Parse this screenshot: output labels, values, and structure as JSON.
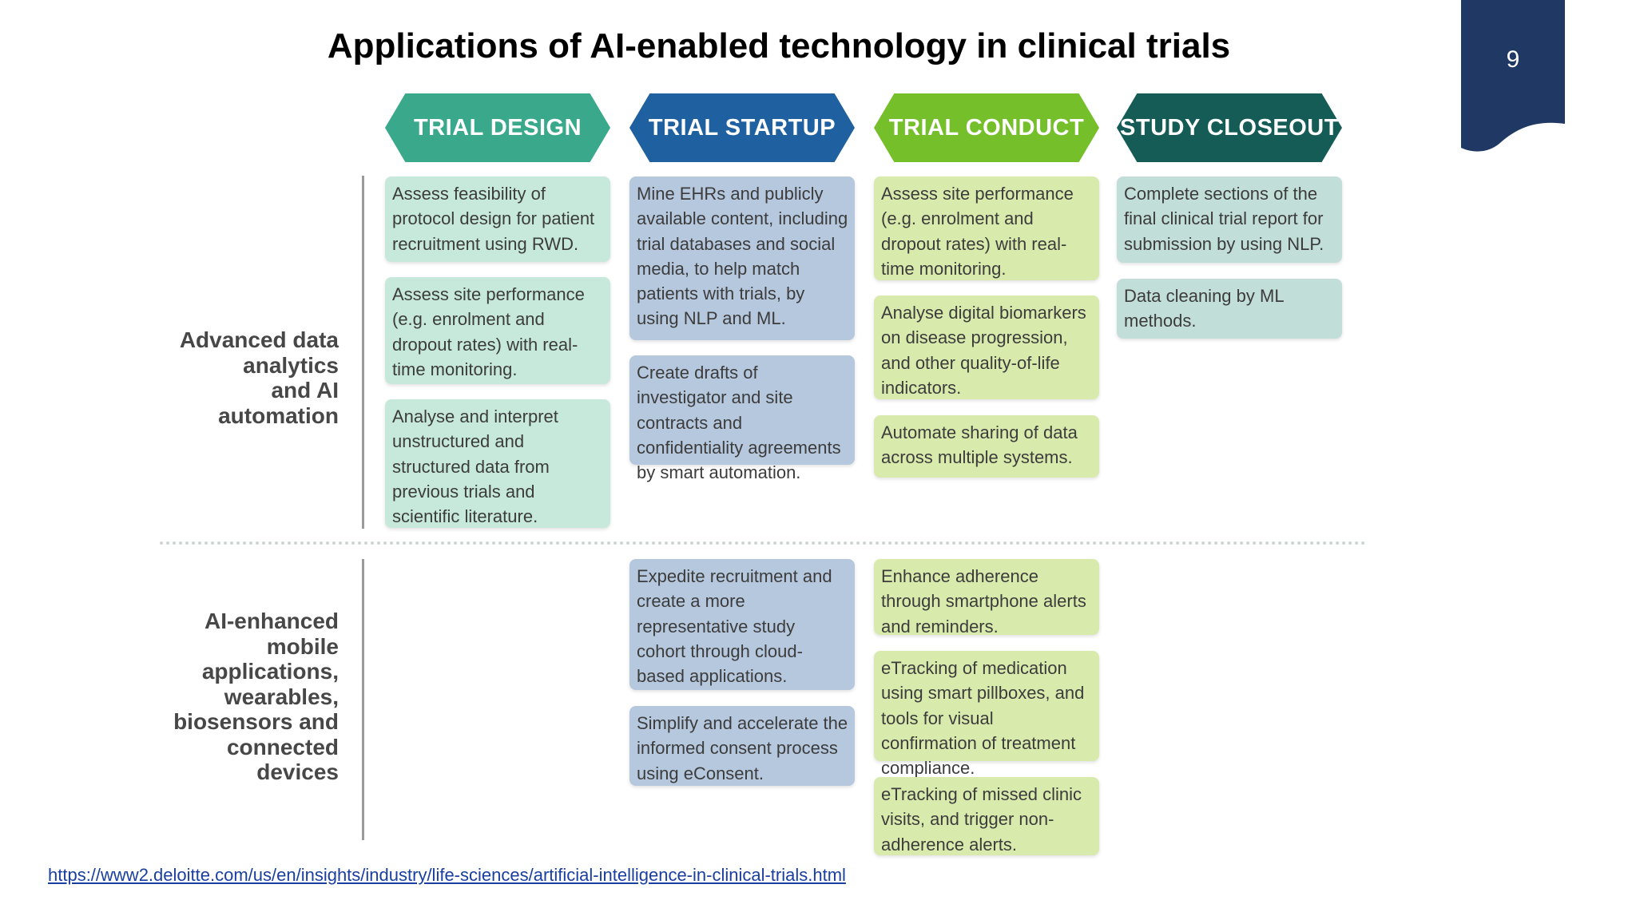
{
  "slide": {
    "title": "Applications of AI-enabled technology in clinical trials",
    "page_number": "9",
    "source_url": "https://www2.deloitte.com/us/en/insights/industry/life-sciences/artificial-intelligence-in-clinical-trials.html"
  },
  "colors": {
    "page_tab": "#1f3864",
    "trial_design": "#3aa88a",
    "trial_startup": "#1e60a0",
    "trial_conduct": "#74bf2a",
    "study_closeout": "#145c55",
    "card_design": "#c6e9dc",
    "card_startup": "#b6c8de",
    "card_conduct": "#d8ebac",
    "card_closeout": "#c2ded8"
  },
  "phases": [
    "TRIAL DESIGN",
    "TRIAL STARTUP",
    "TRIAL CONDUCT",
    "STUDY CLOSEOUT"
  ],
  "rows": [
    {
      "label": [
        "Advanced data",
        "analytics",
        "and AI",
        "automation"
      ],
      "trial_design": [
        "Assess feasibility of protocol design for patient recruitment using RWD.",
        "Assess site performance (e.g. enrolment and dropout rates) with real-time monitoring.",
        "Analyse and interpret unstructured and structured data from previous trials and scientific literature."
      ],
      "trial_startup": [
        "Mine EHRs and publicly available content, including trial databases and social media, to help match patients with trials, by using NLP and ML.",
        "Create drafts of investigator and site contracts and confidentiality agreements by smart automation."
      ],
      "trial_conduct": [
        "Assess site performance (e.g. enrolment and dropout rates) with real-time monitoring.",
        "Analyse digital biomarkers on disease progression, and other quality-of-life indicators.",
        "Automate sharing of data across multiple systems."
      ],
      "study_closeout": [
        "Complete sections of the final clinical trial report for submission by using NLP.",
        "Data cleaning by ML methods."
      ]
    },
    {
      "label": [
        "AI-enhanced",
        "mobile",
        "applications,",
        "wearables,",
        "biosensors and",
        "connected",
        "devices"
      ],
      "trial_startup": [
        "Expedite recruitment and create a more representative study cohort through cloud-based applications.",
        "Simplify and accelerate the informed consent process using eConsent."
      ],
      "trial_conduct": [
        "Enhance adherence through smartphone alerts and reminders.",
        "eTracking of medication using smart pillboxes, and tools for visual confirmation of treatment compliance.",
        "eTracking of missed clinic visits, and trigger non-adherence alerts."
      ]
    }
  ]
}
